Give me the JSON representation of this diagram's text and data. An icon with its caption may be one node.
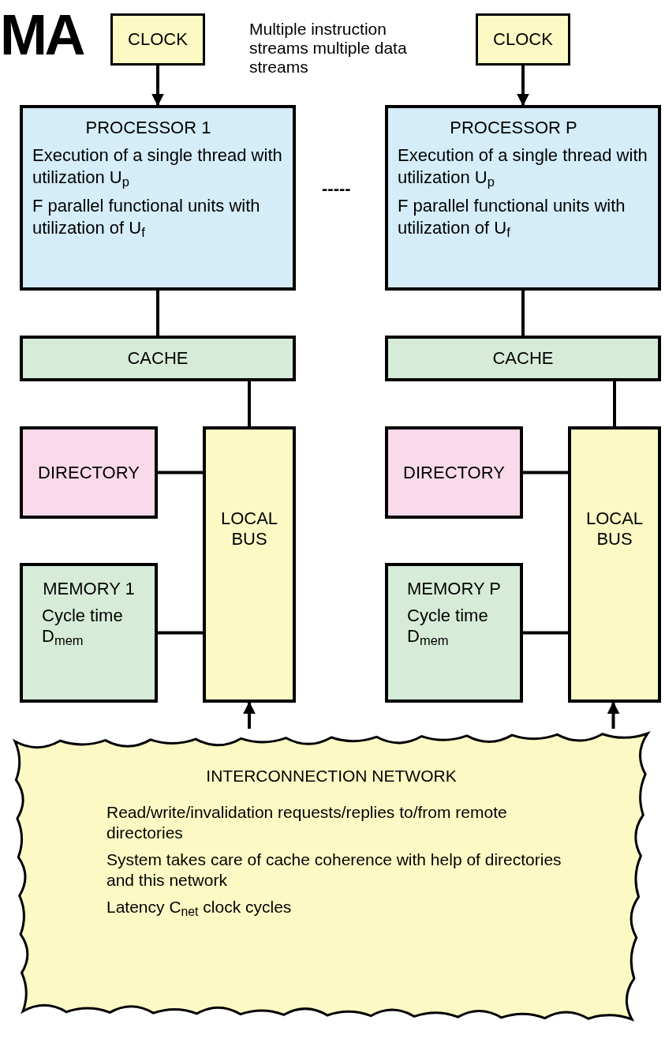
{
  "diagram": {
    "title": "MA",
    "nodes": [
      {
        "text": [
          "CLOCK"
        ]
      },
      {
        "text": [
          "CLOCK"
        ]
      },
      {
        "text": [
          "PROCESSOR 1",
          "Execution of a single thread with utilization U$_{p}$",
          "F parallel functional units with utilization of U$_{f}$"
        ]
      },
      {
        "text": [
          "PROCESSOR P",
          "Execution of a single thread with utilization U$_{p}$",
          "F parallel functional units with utilization of U$_{f}$"
        ]
      },
      {
        "text": [
          "CACHE"
        ]
      },
      {
        "text": [
          "CACHE"
        ]
      },
      {
        "text": [
          "DIRECTORY"
        ]
      },
      {
        "text": [
          "LOCAL BUS"
        ]
      },
      {
        "text": [
          "DIRECTORY"
        ]
      },
      {
        "text": [
          "LOCAL BUS"
        ]
      },
      {
        "text": [
          "MEMORY 1",
          "Cycle time D$_{mem}$"
        ]
      },
      {
        "text": [
          "MEMORY P",
          "Cycle time D$_{mem}$"
        ]
      },
      {
        "text": [
          "INTERCONNECTION NETWORK",
          "Read/write/invalidation requests/replies to/from remote directories",
          "System takes care of cache coherence with help of directories and this network",
          "Latency C$_{net}$ clock cycles"
        ]
      }
    ],
    "edges": [
      {
        "from": 0,
        "to": 2,
        "arrow": "to"
      },
      {
        "from": 1,
        "to": 3,
        "arrow": "to"
      },
      {
        "from": 2,
        "to": 4,
        "arrow": "none"
      },
      {
        "from": 3,
        "to": 5,
        "arrow": "none"
      },
      {
        "from": 4,
        "to": 7,
        "arrow": "none"
      },
      {
        "from": 5,
        "to": 9,
        "arrow": "none"
      },
      {
        "from": 6,
        "to": 7,
        "arrow": "none"
      },
      {
        "from": 8,
        "to": 9,
        "arrow": "none"
      },
      {
        "from": 10,
        "to": 7,
        "arrow": "none"
      },
      {
        "from": 11,
        "to": 9,
        "arrow": "none"
      },
      {
        "from": 12,
        "to": 7,
        "arrow": "to"
      },
      {
        "from": 12,
        "to": 9,
        "arrow": "to"
      }
    ],
    "labels": [
      "Multiple instruction streams multiple data streams",
      "-----"
    ]
  }
}
